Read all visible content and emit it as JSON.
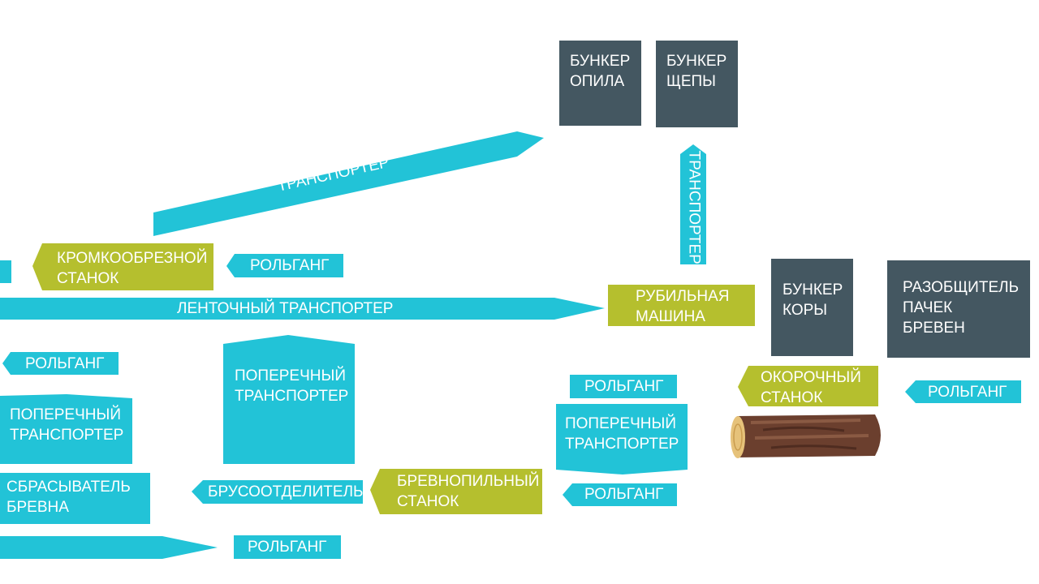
{
  "colors": {
    "cyan": "#22c3d7",
    "olive": "#b5bf2e",
    "slate": "#445761",
    "log_bark": "#6b3f2e",
    "log_end": "#e6c27a"
  },
  "labels": {
    "bunker_opila": "БУНКЕР\nОПИЛА",
    "bunker_schepy": "БУНКЕР\nЩЕПЫ",
    "transporter_diagonal": "ТРАНСПОРТЕР",
    "transporter_vertical": "ТРАНСПОРТЕР",
    "kromkoobreznoy": "КРОМКООБРЕЗНОЙ\nСТАНОК",
    "rolgang_top": "РОЛЬГАНГ",
    "lentochny": "ЛЕНТОЧНЫЙ ТРАНСПОРТЕР",
    "rubilnaya": "РУБИЛЬНАЯ\nМАШИНА",
    "bunker_kory": "БУНКЕР\nКОРЫ",
    "razobschitel": "РАЗОБЩИТЕЛЬ\nПАЧЕК\nБРЕВЕН",
    "rolgang_left": "РОЛЬГАНГ",
    "poperechny_left": "ПОПЕРЕЧНЫЙ\nТРАНСПОРТЕР",
    "poperechny_center": "ПОПЕРЕЧНЫЙ\nТРАНСПОРТЕР",
    "rolgang_mid_upper": "РОЛЬГАНГ",
    "poperechny_right": "ПОПЕРЕЧНЫЙ\nТРАНСПОРТЕР",
    "okorochny": "ОКОРОЧНЫЙ\nСТАНОК",
    "rolgang_right": "РОЛЬГАНГ",
    "sbrasyvatel": "СБРАСЫВАТЕЛЬ\nБРЕВНА",
    "brusootdelitel": "БРУСООТДЕЛИТЕЛЬ",
    "brevnopilny": "БРЕВНОПИЛЬНЫЙ\nСТАНОК",
    "rolgang_mid_lower": "РОЛЬГАНГ",
    "rolgang_bottom": "РОЛЬГАНГ"
  }
}
